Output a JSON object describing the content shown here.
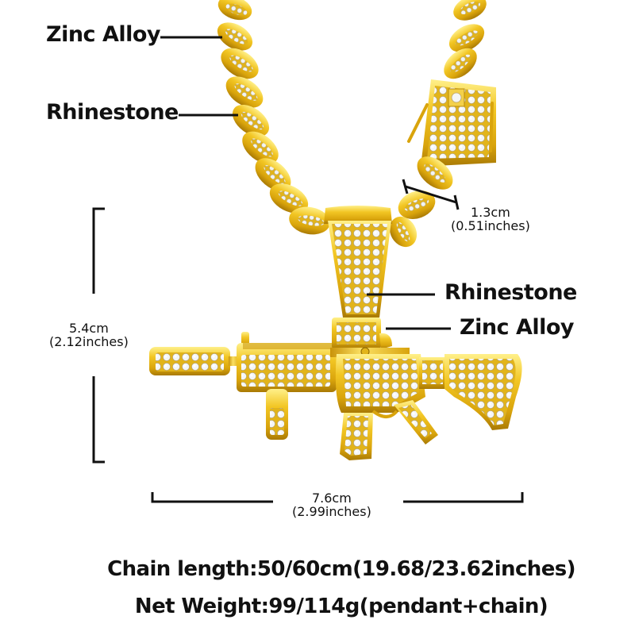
{
  "product": {
    "colors": {
      "gold": "#e8b818",
      "gold_dark": "#b88a08",
      "gold_light": "#fde774",
      "stone": "#eef2f4",
      "line": "#111111"
    }
  },
  "callouts": [
    {
      "id": "chain-material",
      "text": "Zinc Alloy"
    },
    {
      "id": "chain-stones",
      "text": "Rhinestone"
    },
    {
      "id": "bail-stones",
      "text": "Rhinestone"
    },
    {
      "id": "pendant-material",
      "text": "Zinc Alloy"
    }
  ],
  "dimensions": {
    "chain_width": {
      "metric": "1.3cm",
      "imperial": "(0.51inches)"
    },
    "pendant_height": {
      "metric": "5.4cm",
      "imperial": "(2.12inches)"
    },
    "pendant_width": {
      "metric": "7.6cm",
      "imperial": "(2.99inches)"
    }
  },
  "specs": {
    "chain_length": "Chain length:50/60cm(19.68/23.62inches)",
    "net_weight": "Net Weight:99/114g(pendant+chain)"
  }
}
